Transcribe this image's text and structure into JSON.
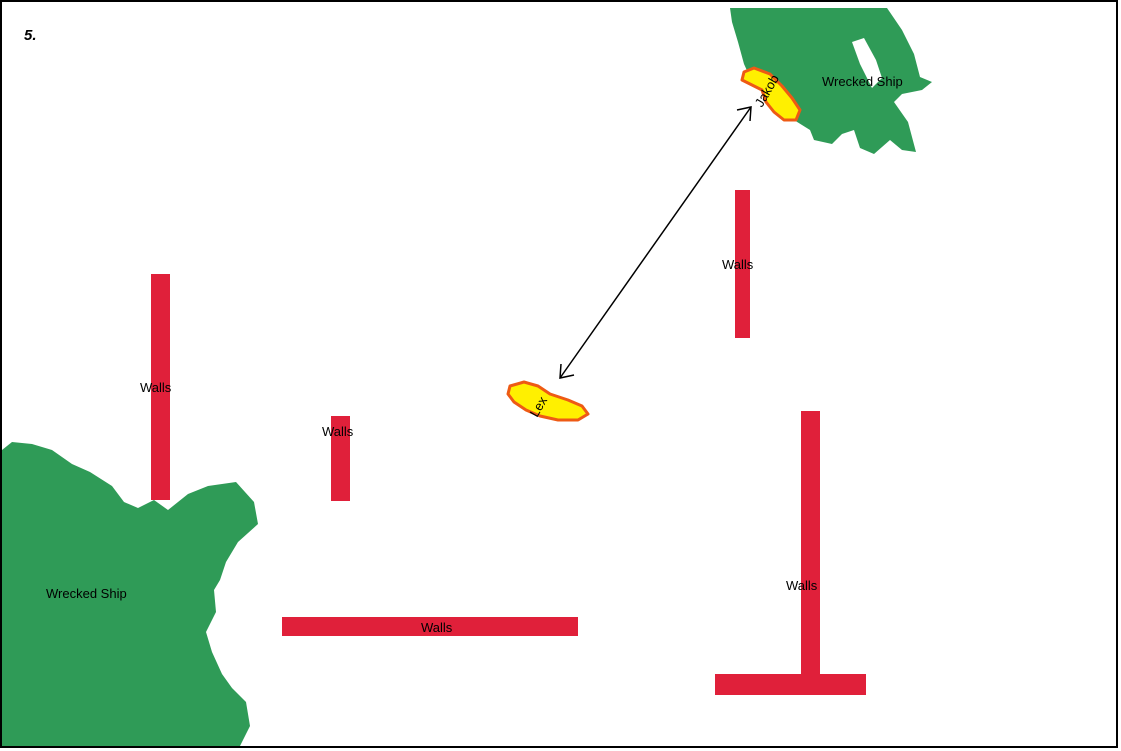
{
  "step_number": "5.",
  "labels": {
    "wall": "Walls",
    "wrecked_ship": "Wrecked Ship",
    "player_bottom": "Lex",
    "player_top": "Jakob"
  },
  "colors": {
    "wall": "#e0203a",
    "ship": "#2f9b57",
    "player_fill": "#fff000",
    "player_outline": "#ee5a14",
    "arrow": "#000000"
  }
}
